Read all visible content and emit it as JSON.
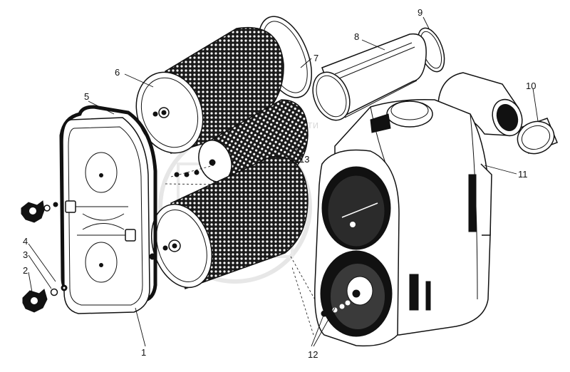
{
  "watermark": {
    "text": "ЗАПЧАСТИ"
  },
  "callouts": [
    {
      "id": "1",
      "label": "1"
    },
    {
      "id": "2",
      "label": "2"
    },
    {
      "id": "3",
      "label": "3"
    },
    {
      "id": "4",
      "label": "4"
    },
    {
      "id": "5",
      "label": "5"
    },
    {
      "id": "6",
      "label": "6"
    },
    {
      "id": "7",
      "label": "7"
    },
    {
      "id": "8",
      "label": "8"
    },
    {
      "id": "9",
      "label": "9"
    },
    {
      "id": "10",
      "label": "10"
    },
    {
      "id": "11",
      "label": "11"
    },
    {
      "id": "12",
      "label": "12"
    },
    {
      "id": "13",
      "label": "13"
    }
  ],
  "colors": {
    "ink": "#111111",
    "paper": "#ffffff",
    "watermark": "#b9b9b9"
  }
}
